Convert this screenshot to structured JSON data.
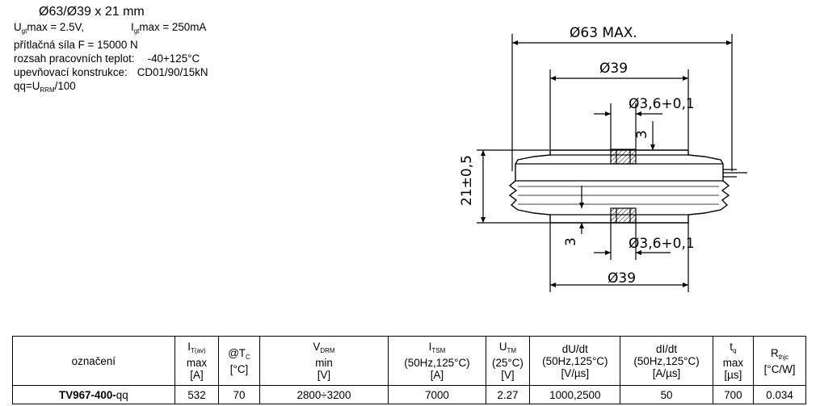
{
  "header": {
    "title": "Ø63/Ø39 x 21 mm",
    "ugt_main": "U",
    "ugt_sub": "gt",
    "ugt_rest": "max = 2.5V,",
    "igt_main": "I",
    "igt_sub": "gt",
    "igt_rest": "max = 250mA",
    "force": "přítlačná síla F = 15000 N",
    "temp_label": "rozsah pracovních teplot:",
    "temp_value": "-40+125°C",
    "mount_label": "upevňovací konstrukce:",
    "mount_value": "CD01/90/15kN",
    "qq_main": "qq=U",
    "qq_sub": "RRM",
    "qq_rest": "/100"
  },
  "drawing": {
    "dim_outer": "Ø63 MAX.",
    "dim_mid": "Ø39",
    "dim_hole_top": "Ø3,6+0,1",
    "dim_hole_bottom": "Ø3,6+0,1",
    "dim_bottom": "Ø39",
    "dim_height": "21±0,5",
    "dim_depth_top": "3",
    "dim_depth_bottom": "3"
  },
  "table": {
    "headers": [
      {
        "main": "označení",
        "sub": "",
        "rest": ""
      },
      {
        "main": "I",
        "sub": "T(av)",
        "rest": "max",
        "unit": "[A]"
      },
      {
        "main": "@T",
        "sub": "C",
        "rest": "",
        "unit": "[°C]"
      },
      {
        "main": "V",
        "sub": "DRM",
        "rest": "min",
        "unit": "[V]"
      },
      {
        "main": "I",
        "sub": "TSM",
        "rest": "(50Hz,125°C)",
        "unit": "[A]"
      },
      {
        "main": "U",
        "sub": "TM",
        "rest": "(25°C)",
        "unit": "[V]"
      },
      {
        "main": "dU/dt",
        "sub": "",
        "rest": "(50Hz,125°C)",
        "unit": "[V/µs]"
      },
      {
        "main": "dI/dt",
        "sub": "",
        "rest": "(50Hz,125°C)",
        "unit": "[A/µs]"
      },
      {
        "main": "t",
        "sub": "q",
        "rest": "max",
        "unit": "[µs]"
      },
      {
        "main": "R",
        "sub": "thjc",
        "rest": "[°C/W]",
        "unit": ""
      }
    ],
    "row": {
      "name_bold": "TV967-400-",
      "name_suffix": "qq",
      "values": [
        "532",
        "70",
        "2800÷3200",
        "7000",
        "2.27",
        "1000,2500",
        "50",
        "700",
        "0.034"
      ]
    }
  }
}
